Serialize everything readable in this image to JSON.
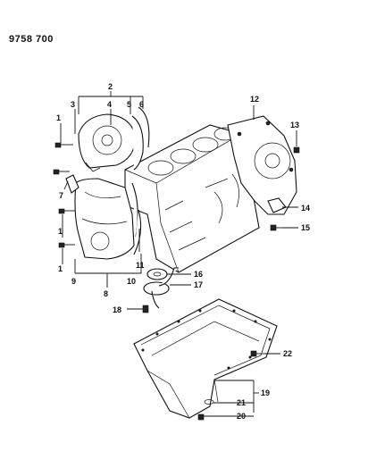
{
  "header": {
    "diagram_number": "9758 700"
  },
  "callouts": [
    "1",
    "2",
    "3",
    "4",
    "5",
    "6",
    "7",
    "1",
    "1",
    "9",
    "8",
    "10",
    "11",
    "12",
    "13",
    "14",
    "15",
    "16",
    "17",
    "18",
    "19",
    "20",
    "21",
    "22"
  ]
}
